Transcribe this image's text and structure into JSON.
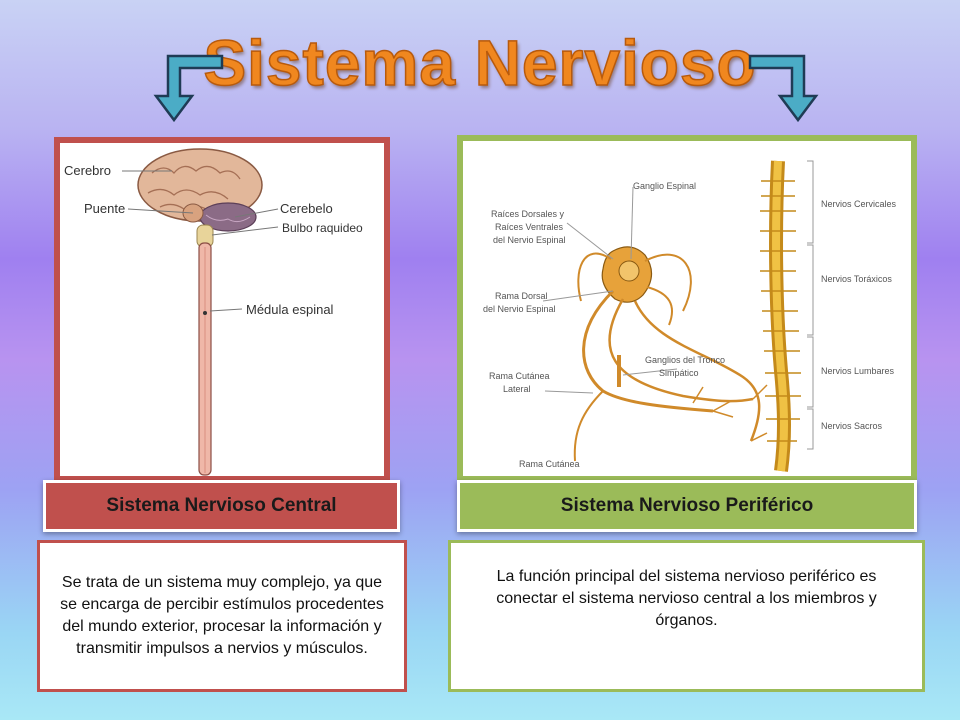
{
  "title": "Sistema Nervioso",
  "central": {
    "heading": "Sistema Nervioso Central",
    "description": "Se trata de un sistema muy complejo, ya que se encarga de percibir estímulos procedentes del mundo exterior, procesar la información y transmitir impulsos a nervios y músculos.",
    "labels": {
      "cerebro": "Cerebro",
      "puente": "Puente",
      "cerebelo": "Cerebelo",
      "bulbo": "Bulbo raquideo",
      "medula": "Médula espinal"
    }
  },
  "peripheral": {
    "heading": "Sistema Nervioso Periférico",
    "description": "La función principal del sistema nervioso periférico es conectar el sistema nervioso central a los miembros y órganos.",
    "labels": {
      "ganglio_espinal": "Ganglio Espinal",
      "raices_1": "Raíces Dorsales y",
      "raices_2": "Raíces Ventrales",
      "raices_3": "del Nervio Espinal",
      "rama_dorsal_1": "Rama Dorsal",
      "rama_dorsal_2": "del Nervio Espinal",
      "ganglios_tronco_1": "Ganglios del Tronco",
      "ganglios_tronco_2": "Simpático",
      "rama_lateral_1": "Rama Cutánea",
      "rama_lateral_2": "Lateral",
      "rama_cutanea": "Rama Cutánea",
      "cervicales": "Nervios Cervicales",
      "toraxicos": "Nervios Toráxicos",
      "lumbares": "Nervios Lumbares",
      "sacros": "Nervios Sacros"
    }
  },
  "colors": {
    "central_accent": "#c0504d",
    "peripheral_accent": "#9bbb59",
    "title": "#f0871f",
    "arrow": "#4bacc6"
  },
  "icons": [
    "arrow-down-left-icon",
    "arrow-down-right-icon"
  ]
}
